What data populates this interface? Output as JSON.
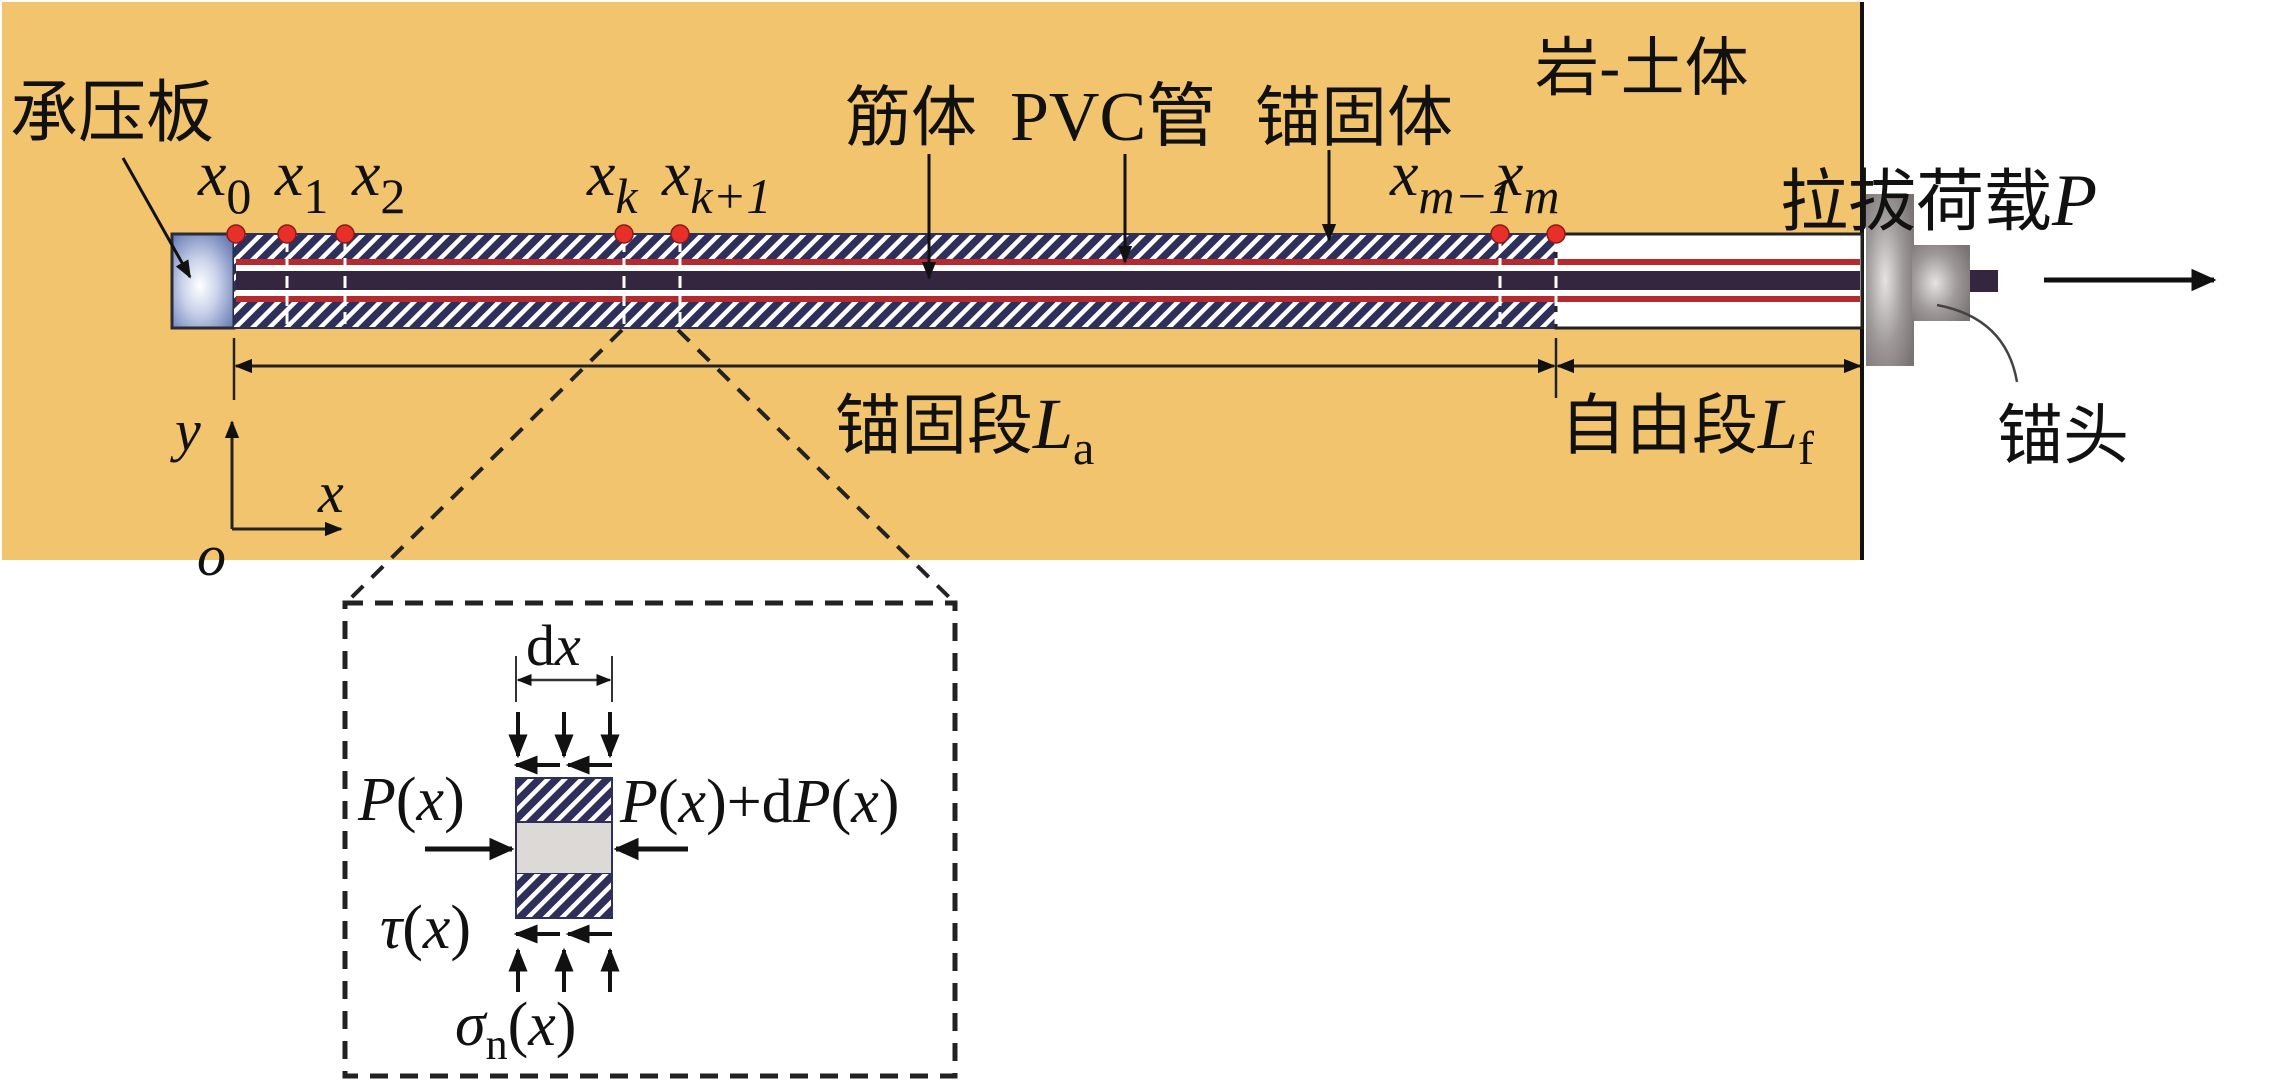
{
  "figure": {
    "type": "anchor pull-out mechanical model diagram",
    "colors": {
      "rock_soil": "#F2C46E",
      "tendon": "#35263F",
      "pvc_pipe": "#B52A2E",
      "grout_hatch": "#2E2F5A",
      "bearing_plate": "#8A9CC8",
      "anchor_head": "#8C8686",
      "inset_core": "#DDD9D6",
      "measure_point": "#E8302A"
    }
  },
  "labels": {
    "rock_soil": "岩-土体",
    "bearing_plate": "承压板",
    "tendon": "筋体",
    "pvc_pipe": "PVC管",
    "grout_body": "锚固体",
    "pullout_load": "拉拔荷载",
    "pullout_load_symbol": "P",
    "anchor_head": "锚头",
    "anchored_section": "锚固段",
    "anchored_section_symbol": "L",
    "anchored_section_sub": "a",
    "free_section": "自由段",
    "free_section_symbol": "L",
    "free_section_sub": "f"
  },
  "measure_points": [
    {
      "base": "x",
      "sub": "0"
    },
    {
      "base": "x",
      "sub": "1"
    },
    {
      "base": "x",
      "sub": "2"
    },
    {
      "base": "x",
      "sub": "k"
    },
    {
      "base": "x",
      "sub": "k+1"
    },
    {
      "base": "x",
      "sub": "m−1"
    },
    {
      "base": "x",
      "sub": "m"
    }
  ],
  "axes": {
    "x_label": "x",
    "y_label": "y",
    "origin_label": "o"
  },
  "inset": {
    "width_label_d": "d",
    "width_label_x": "x",
    "left_force": {
      "P": "P",
      "open": "(",
      "x": "x",
      "close": ")"
    },
    "right_force": {
      "P": "P",
      "open": "(",
      "x": "x",
      "close": ")",
      "plus": "+d",
      "P2": "P",
      "open2": "(",
      "x2": "x",
      "close2": ")"
    },
    "shear": {
      "tau": "τ",
      "open": "(",
      "x": "x",
      "close": ")"
    },
    "normal": {
      "sigma": "σ",
      "sub": "n",
      "open": "(",
      "x": "x",
      "close": ")"
    }
  }
}
